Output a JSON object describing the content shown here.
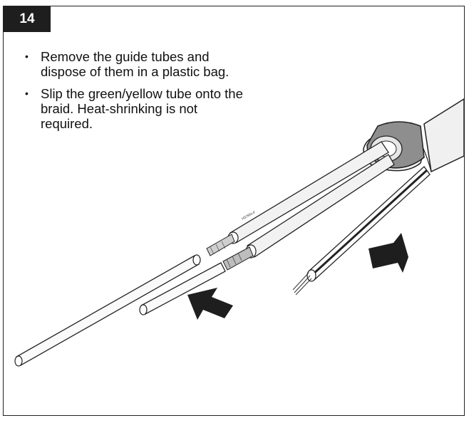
{
  "step": {
    "number": "14"
  },
  "instructions": [
    {
      "bullet": "•",
      "text": "Remove the guide tubes and dispose of them in a plastic bag."
    },
    {
      "bullet": "•",
      "text": "Slip the green/yellow tube onto the braid. Heat-shrinking is not required."
    }
  ],
  "illustration": {
    "cable_print": "H07RN-F"
  }
}
